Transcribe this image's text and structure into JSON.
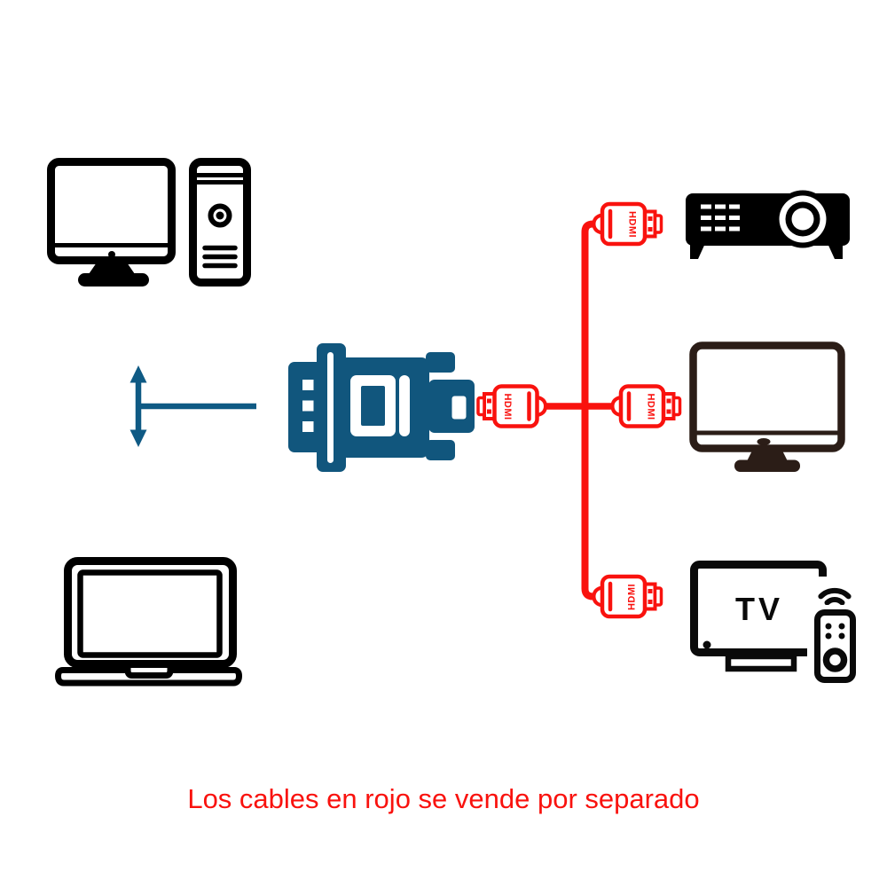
{
  "caption": {
    "text": "Los cables en rojo se vende por separado"
  },
  "labels": {
    "hdmi": "HDMI",
    "tv": "TV"
  },
  "colors": {
    "cable-red": "#f9120e",
    "adapter-blue": "#11567d",
    "arrow-blue": "#0f5a84",
    "monitor-brown": "#2b1d17"
  },
  "icons": {
    "source_devices": [
      "desktop-computer-icon",
      "laptop-icon"
    ],
    "adapter": "vga-to-hdmi-adapter-icon",
    "cable_connector": "hdmi-connector-icon",
    "output_devices": [
      "projector-icon",
      "monitor-icon",
      "tv-with-remote-icon"
    ],
    "arrow": "bidirectional-arrow-icon"
  }
}
